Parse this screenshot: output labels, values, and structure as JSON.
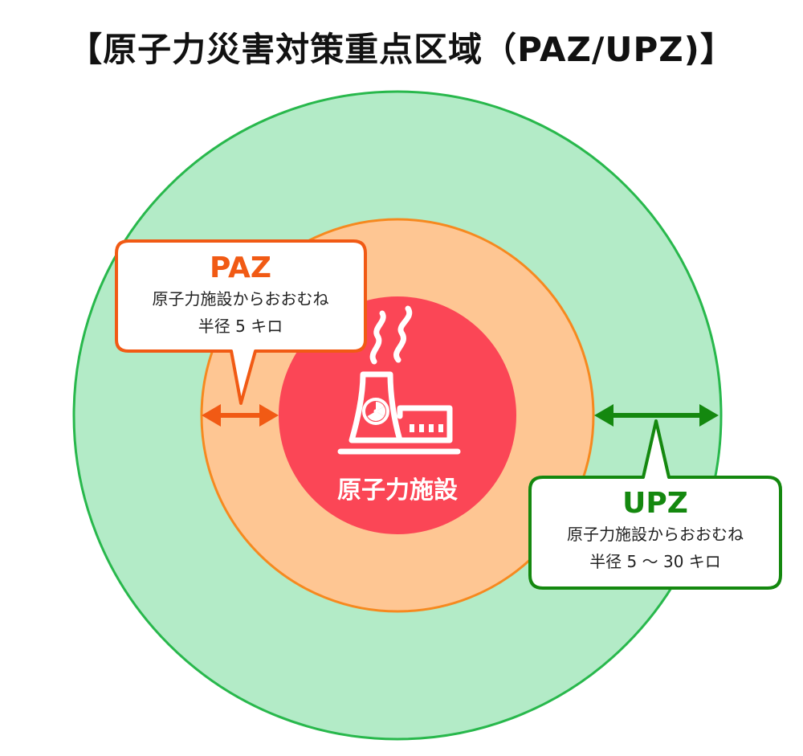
{
  "title": "【原子力災害対策重点区域（PAZ/UPZ)】",
  "colors": {
    "upz_fill": "#b3ebc7",
    "upz_stroke": "#28b84c",
    "paz_fill": "#fec693",
    "paz_stroke": "#f6891f",
    "facility_fill": "#fb4656",
    "paz_accent": "#f15a14",
    "upz_accent": "#14880f"
  },
  "facility": {
    "label": "原子力施設",
    "icon": "nuclear-plant-icon"
  },
  "paz": {
    "name": "PAZ",
    "line1": "原子力施設からおおむね",
    "line2": "半径 5 キロ"
  },
  "upz": {
    "name": "UPZ",
    "line1": "原子力施設からおおむね",
    "line2": "半径 5 〜 30 キロ"
  }
}
